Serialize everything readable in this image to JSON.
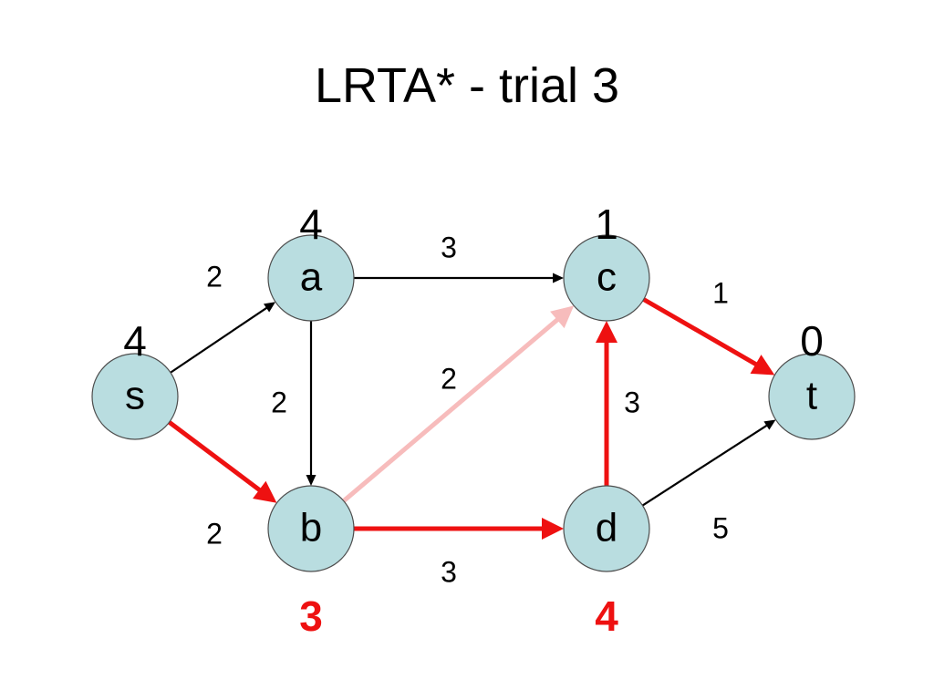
{
  "title": "LRTA* - trial 3",
  "colors": {
    "node_fill": "#b9dde0",
    "node_stroke": "#4d4d4d",
    "default_edge": "#000000",
    "path_edge": "#ee1111",
    "faded_edge": "#f7bcbc",
    "updated_value": "#ee1111"
  },
  "nodes": [
    {
      "id": "s",
      "label": "s",
      "h": "4",
      "updated": false
    },
    {
      "id": "a",
      "label": "a",
      "h": "4",
      "updated": false
    },
    {
      "id": "b",
      "label": "b",
      "h": "3",
      "updated": true
    },
    {
      "id": "c",
      "label": "c",
      "h": "1",
      "updated": false
    },
    {
      "id": "d",
      "label": "d",
      "h": "4",
      "updated": true
    },
    {
      "id": "t",
      "label": "t",
      "h": "0",
      "updated": false
    }
  ],
  "edges": [
    {
      "from": "s",
      "to": "a",
      "weight": "2",
      "style": "default"
    },
    {
      "from": "s",
      "to": "b",
      "weight": "2",
      "style": "path"
    },
    {
      "from": "a",
      "to": "c",
      "weight": "3",
      "style": "default"
    },
    {
      "from": "a",
      "to": "b",
      "weight": "2",
      "style": "default"
    },
    {
      "from": "b",
      "to": "c",
      "weight": "2",
      "style": "faded"
    },
    {
      "from": "b",
      "to": "d",
      "weight": "3",
      "style": "path"
    },
    {
      "from": "d",
      "to": "c",
      "weight": "3",
      "style": "path"
    },
    {
      "from": "c",
      "to": "t",
      "weight": "1",
      "style": "path"
    },
    {
      "from": "d",
      "to": "t",
      "weight": "5",
      "style": "default"
    }
  ]
}
